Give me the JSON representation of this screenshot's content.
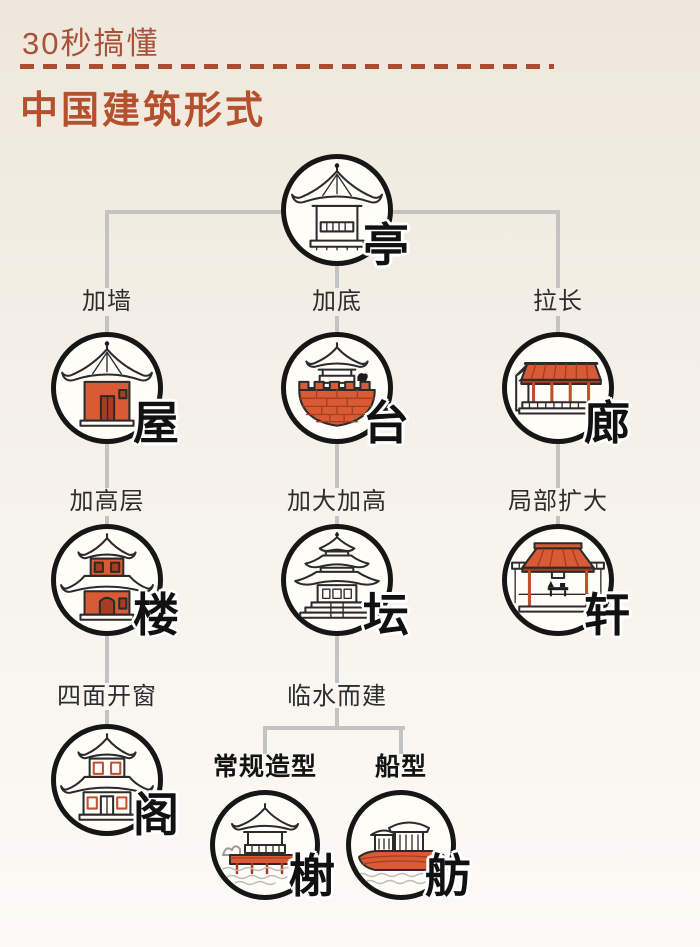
{
  "header": {
    "kicker": "30秒搞懂",
    "title": "中国建筑形式"
  },
  "edge_labels": {
    "add_wall": "加墙",
    "add_base": "加底",
    "elongate": "拉长",
    "add_floors": "加高层",
    "enlarge_raise": "加大加高",
    "partial_expand": "局部扩大",
    "windows_all_sides": "四面开窗",
    "built_by_water": "临水而建",
    "regular_shape": "常规造型",
    "boat_shape": "船型"
  },
  "nodes": {
    "ting": {
      "char": "亭"
    },
    "wu": {
      "char": "屋"
    },
    "tai": {
      "char": "台"
    },
    "lang": {
      "char": "廊"
    },
    "lou": {
      "char": "楼"
    },
    "tan": {
      "char": "坛"
    },
    "xuan": {
      "char": "轩"
    },
    "ge": {
      "char": "阁"
    },
    "xie": {
      "char": "榭"
    },
    "fang": {
      "char": "舫"
    }
  },
  "colors": {
    "accent": "#b5502f",
    "building_orange": "#d95b35",
    "connector_gray": "#c3c3c3",
    "ink": "#161616",
    "background": "#f1ece2"
  }
}
